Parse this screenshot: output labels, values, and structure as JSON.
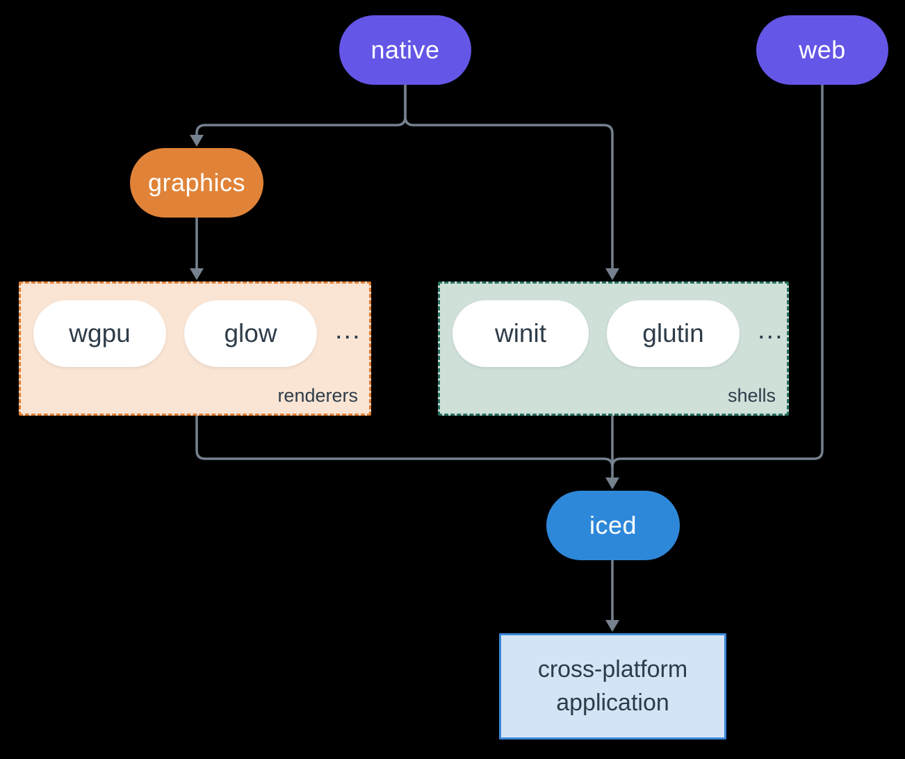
{
  "diagram": {
    "background": "#000000",
    "colors": {
      "purple": "#6456e6",
      "orange": "#e08338",
      "blue": "#2e88d9",
      "renderers_bg": "#fae4d3",
      "renderers_border": "#e07f35",
      "shells_bg": "#cfe0d9",
      "shells_border": "#26705f",
      "app_bg": "#d3e4f6",
      "app_border": "#3a86d8",
      "pill_text_light": "#ffffff",
      "dark_text": "#2e3c49",
      "edge": "#76818e",
      "white_pill_bg": "#ffffff",
      "background": "#000000"
    },
    "nodes": {
      "native": {
        "label": "native"
      },
      "web": {
        "label": "web"
      },
      "graphics": {
        "label": "graphics"
      },
      "iced": {
        "label": "iced"
      },
      "app": {
        "label": "cross-platform application"
      }
    },
    "groups": {
      "renderers": {
        "label": "renderers",
        "items": [
          "wgpu",
          "glow"
        ],
        "ellipsis": "..."
      },
      "shells": {
        "label": "shells",
        "items": [
          "winit",
          "glutin"
        ],
        "ellipsis": "..."
      }
    }
  }
}
